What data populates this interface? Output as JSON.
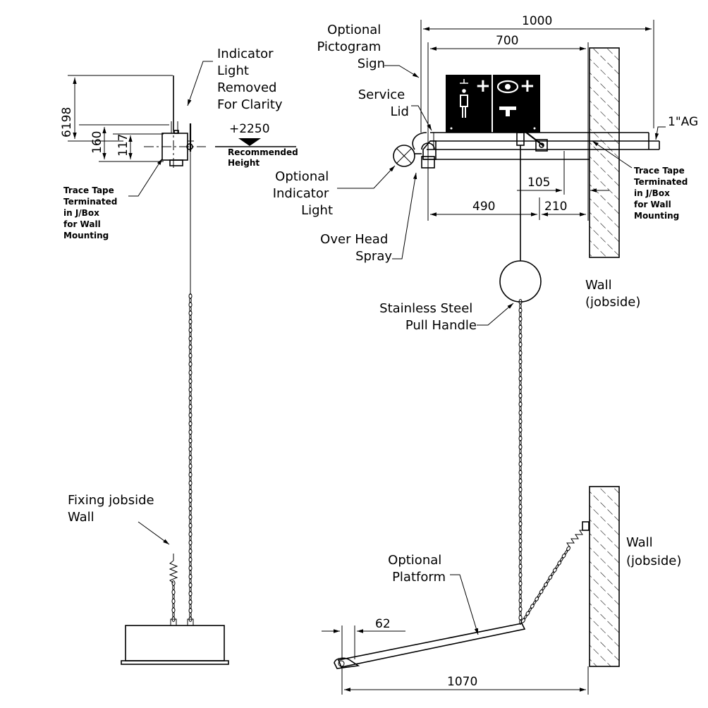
{
  "labels": {
    "indicator_removed": [
      "Indicator",
      "Light",
      "Removed",
      "For Clarity"
    ],
    "recommended_height_value": "+2250",
    "recommended_height_text": [
      "Recommended",
      "Height"
    ],
    "trace_tape_left": [
      "Trace Tape",
      "Terminated",
      "in J/Box",
      "for Wall",
      "Mounting"
    ],
    "fixing_jobside_wall": [
      "Fixing jobside",
      "Wall"
    ],
    "optional_pictogram_sign": [
      "Optional",
      "Pictogram",
      "Sign"
    ],
    "service_lid": [
      "Service",
      "Lid"
    ],
    "optional_indicator_light": [
      "Optional",
      "Indicator",
      "Light"
    ],
    "over_head_spray": [
      "Over Head",
      "Spray"
    ],
    "stainless_steel_pull_handle": [
      "Stainless Steel",
      "Pull Handle"
    ],
    "wall_jobside_top": [
      "Wall",
      "(jobside)"
    ],
    "wall_jobside_bottom": [
      "Wall",
      "(jobside)"
    ],
    "trace_tape_right": [
      "Trace Tape",
      "Terminated",
      "in J/Box",
      "for Wall",
      "Mounting"
    ],
    "pipe_size": "1\"AG",
    "optional_platform": [
      "Optional",
      "Platform"
    ]
  },
  "dimensions": {
    "left_height": "6198",
    "left_160": "160",
    "left_117": "117",
    "width_1000": "1000",
    "width_700": "700",
    "dim_105": "105",
    "dim_490": "490",
    "dim_210": "210",
    "dim_62": "62",
    "dim_1070": "1070"
  },
  "sign": {
    "plus_left": "+",
    "plus_right": "+"
  }
}
